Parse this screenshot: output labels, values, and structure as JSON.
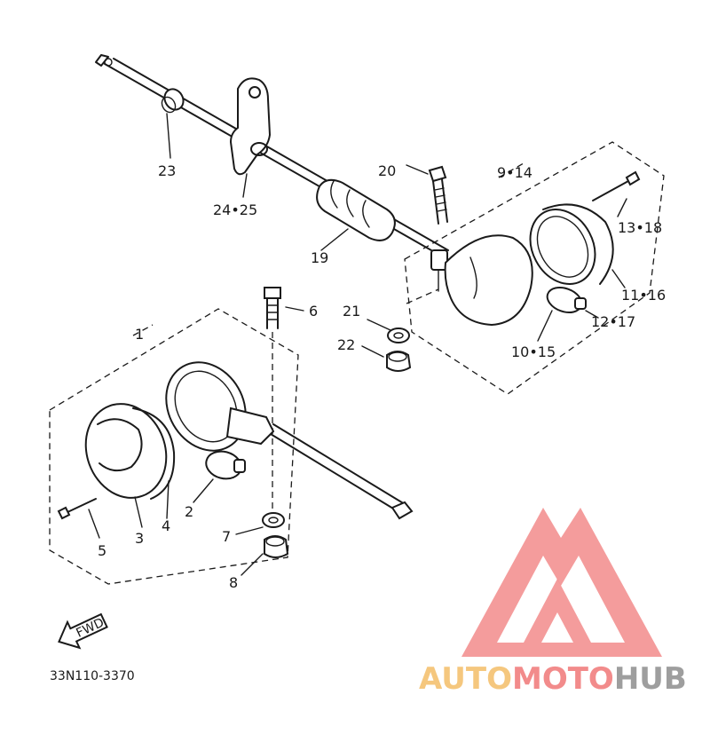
{
  "diagram": {
    "callouts": [
      {
        "id": "c1",
        "text": "1"
      },
      {
        "id": "c2",
        "text": "2"
      },
      {
        "id": "c3",
        "text": "3"
      },
      {
        "id": "c4",
        "text": "4"
      },
      {
        "id": "c5",
        "text": "5"
      },
      {
        "id": "c6",
        "text": "6"
      },
      {
        "id": "c7",
        "text": "7"
      },
      {
        "id": "c8",
        "text": "8"
      },
      {
        "id": "c9_14",
        "text": "9•14"
      },
      {
        "id": "c10_15",
        "text": "10•15"
      },
      {
        "id": "c11_16",
        "text": "11•16"
      },
      {
        "id": "c12_17",
        "text": "12•17"
      },
      {
        "id": "c13_18",
        "text": "13•18"
      },
      {
        "id": "c19",
        "text": "19"
      },
      {
        "id": "c20",
        "text": "20"
      },
      {
        "id": "c21",
        "text": "21"
      },
      {
        "id": "c22",
        "text": "22"
      },
      {
        "id": "c23",
        "text": "23"
      },
      {
        "id": "c24_25",
        "text": "24•25"
      }
    ],
    "fwd_label": "FWD",
    "drawing_code": "33N110-3370"
  },
  "watermark": {
    "auto": "AUTO",
    "moto": "MOTO",
    "hub": "HUB",
    "colors": {
      "logo": "#f28b8b",
      "auto": "#f5c77e",
      "moto": "#f28b8b",
      "hub": "#9e9e9e"
    }
  }
}
